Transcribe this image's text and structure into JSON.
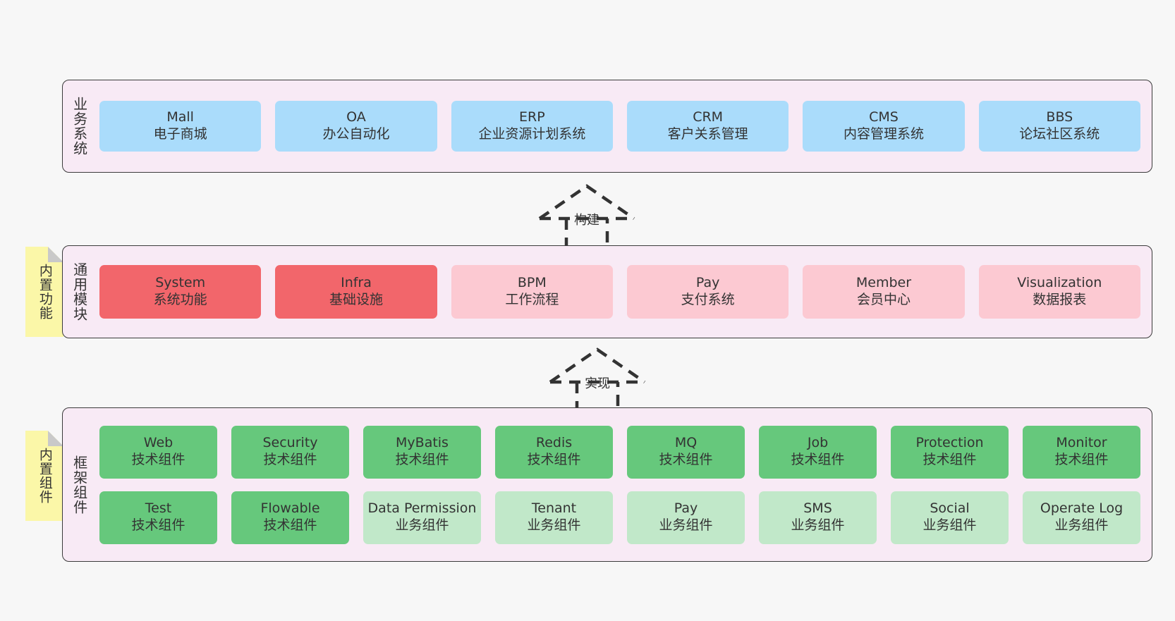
{
  "diagram": {
    "type": "layered-architecture",
    "background_color": "#f7f7f7",
    "layer_fill": "#f8eaf5",
    "layer_border": "#3b3b3b"
  },
  "layers": [
    {
      "id": "business",
      "title": "业务系统",
      "node_color": "#aadcfb",
      "rows": [
        {
          "nodes": [
            {
              "name": "Mall",
              "desc": "电子商城",
              "color": "#aadcfb"
            },
            {
              "name": "OA",
              "desc": "办公自动化",
              "color": "#aadcfb"
            },
            {
              "name": "ERP",
              "desc": "企业资源计划系统",
              "color": "#aadcfb"
            },
            {
              "name": "CRM",
              "desc": "客户关系管理",
              "color": "#aadcfb"
            },
            {
              "name": "CMS",
              "desc": "内容管理系统",
              "color": "#aadcfb"
            },
            {
              "name": "BBS",
              "desc": "论坛社区系统",
              "color": "#aadcfb"
            }
          ]
        }
      ]
    },
    {
      "id": "common",
      "title": "通用模块",
      "note": "内置功能",
      "rows": [
        {
          "nodes": [
            {
              "name": "System",
              "desc": "系统功能",
              "color": "#f2666b"
            },
            {
              "name": "Infra",
              "desc": "基础设施",
              "color": "#f2666b"
            },
            {
              "name": "BPM",
              "desc": "工作流程",
              "color": "#fcc9d2"
            },
            {
              "name": "Pay",
              "desc": "支付系统",
              "color": "#fcc9d2"
            },
            {
              "name": "Member",
              "desc": "会员中心",
              "color": "#fcc9d2"
            },
            {
              "name": "Visualization",
              "desc": "数据报表",
              "color": "#fcc9d2"
            }
          ]
        }
      ]
    },
    {
      "id": "frame",
      "title": "框架组件",
      "note": "内置组件",
      "rows": [
        {
          "nodes": [
            {
              "name": "Web",
              "desc": "技术组件",
              "color": "#66c87c"
            },
            {
              "name": "Security",
              "desc": "技术组件",
              "color": "#66c87c"
            },
            {
              "name": "MyBatis",
              "desc": "技术组件",
              "color": "#66c87c"
            },
            {
              "name": "Redis",
              "desc": "技术组件",
              "color": "#66c87c"
            },
            {
              "name": "MQ",
              "desc": "技术组件",
              "color": "#66c87c"
            },
            {
              "name": "Job",
              "desc": "技术组件",
              "color": "#66c87c"
            },
            {
              "name": "Protection",
              "desc": "技术组件",
              "color": "#66c87c"
            },
            {
              "name": "Monitor",
              "desc": "技术组件",
              "color": "#66c87c"
            }
          ]
        },
        {
          "nodes": [
            {
              "name": "Test",
              "desc": "技术组件",
              "color": "#66c87c"
            },
            {
              "name": "Flowable",
              "desc": "技术组件",
              "color": "#66c87c"
            },
            {
              "name": "Data Permission",
              "desc": "业务组件",
              "color": "#c1e8c9"
            },
            {
              "name": "Tenant",
              "desc": "业务组件",
              "color": "#c1e8c9"
            },
            {
              "name": "Pay",
              "desc": "业务组件",
              "color": "#c1e8c9"
            },
            {
              "name": "SMS",
              "desc": "业务组件",
              "color": "#c1e8c9"
            },
            {
              "name": "Social",
              "desc": "业务组件",
              "color": "#c1e8c9"
            },
            {
              "name": "Operate Log",
              "desc": "业务组件",
              "color": "#c1e8c9"
            }
          ]
        }
      ]
    }
  ],
  "connectors": [
    {
      "id": "build",
      "label": "构建",
      "style": "dashed-generalization",
      "from": "common",
      "to": "business"
    },
    {
      "id": "realize",
      "label": "实现",
      "style": "dashed-generalization",
      "from": "frame",
      "to": "common"
    }
  ],
  "notes": [
    {
      "id": "note-common",
      "text": "内置功能",
      "color": "#fbf7a8",
      "fold_color": "#c9c9c9"
    },
    {
      "id": "note-frame",
      "text": "内置组件",
      "color": "#fbf7a8",
      "fold_color": "#c9c9c9"
    }
  ]
}
